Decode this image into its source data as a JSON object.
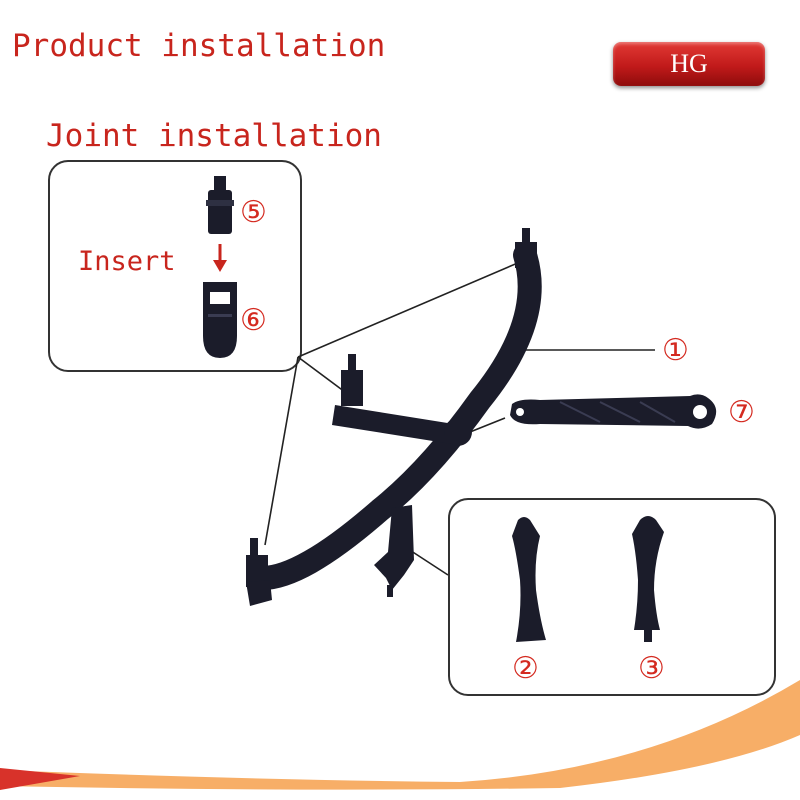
{
  "header": {
    "title": "Product installation",
    "brand_badge": "HG"
  },
  "joint_section": {
    "title": "Joint installation",
    "action_label": "Insert",
    "arrow_direction": "down"
  },
  "callouts": {
    "n1": "①",
    "n2": "②",
    "n3": "③",
    "n5": "⑤",
    "n6": "⑥",
    "n7": "⑦"
  },
  "colors": {
    "text_red": "#c8251d",
    "badge_red": "#c11a1a",
    "part_black": "#1b1c2a",
    "line": "#222222"
  }
}
